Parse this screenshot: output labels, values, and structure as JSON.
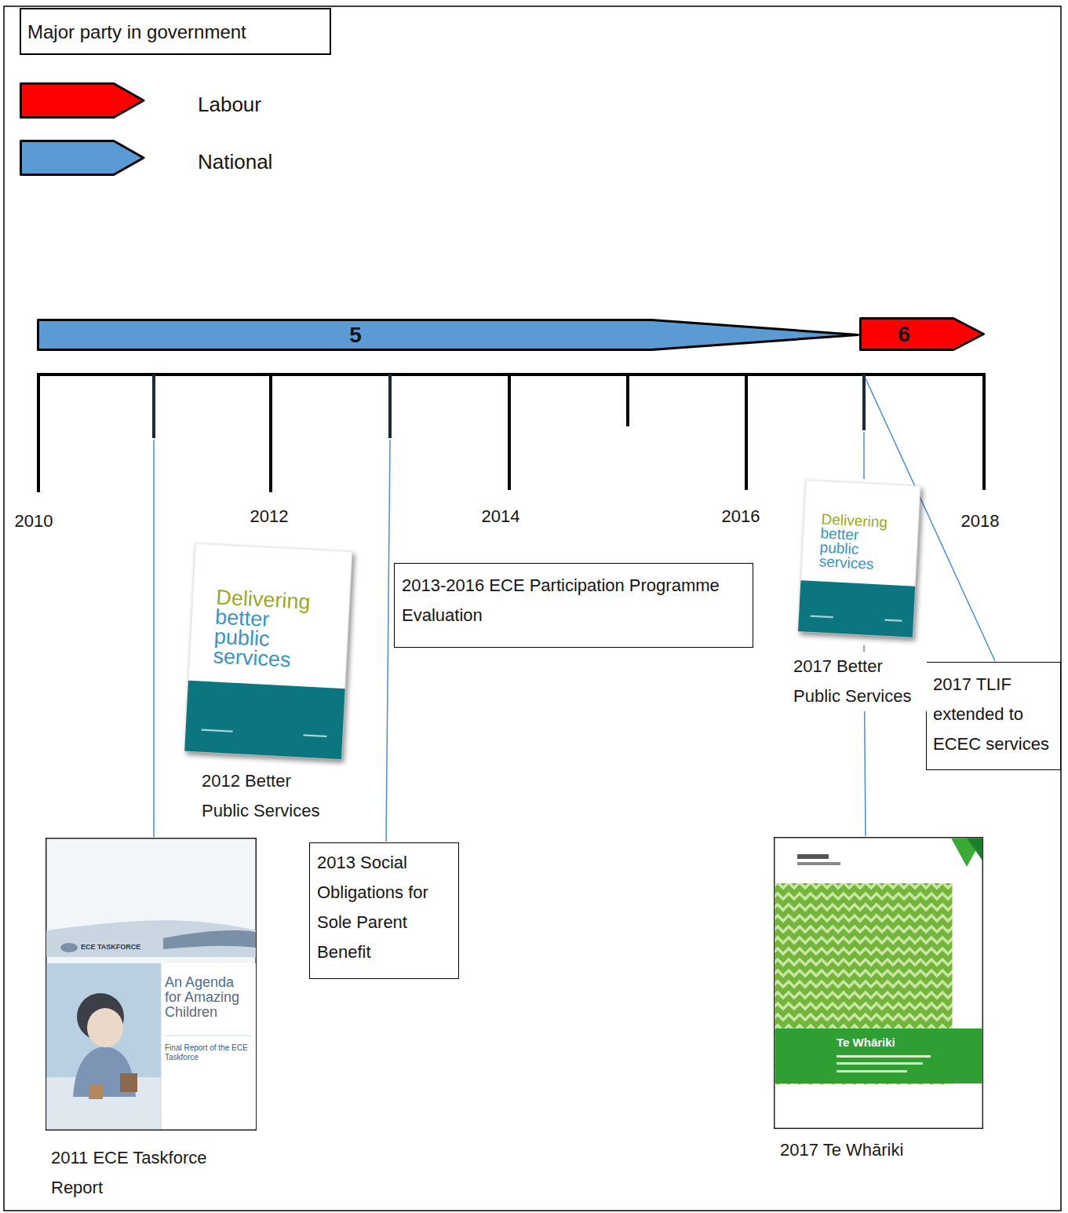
{
  "diagram": {
    "nodes": [
      {
        "text": [
          "Major party in government"
        ]
      },
      {
        "text": [
          "5"
        ]
      },
      {
        "text": [
          "6"
        ]
      },
      {
        "text": [
          "ECE TASKFORCE",
          "An Agenda for Amazing Children",
          "Final Report of the ECE Taskforce",
          "2011 ECE Taskforce Report"
        ]
      },
      {
        "text": [
          "Delivering better public services",
          "2012 Better Public Services"
        ]
      },
      {
        "text": [
          "2013 Social Obligations for Sole Parent Benefit"
        ]
      },
      {
        "text": [
          "2013-2016 ECE Participation Programme Evaluation"
        ]
      },
      {
        "text": [
          "Delivering better public services",
          "2017 Better Public Services"
        ]
      },
      {
        "text": [
          "2017 TLIF extended to ECEC services"
        ]
      },
      {
        "text": [
          "Te Whāriki",
          "2017 Te Whāriki"
        ]
      }
    ],
    "labels": [
      "2010",
      "2012",
      "2014",
      "2016",
      "2018"
    ],
    "legend": [
      {
        "text": "Labour",
        "color": "#ff0000"
      },
      {
        "text": "National",
        "color": "#5b9bd5"
      }
    ]
  }
}
